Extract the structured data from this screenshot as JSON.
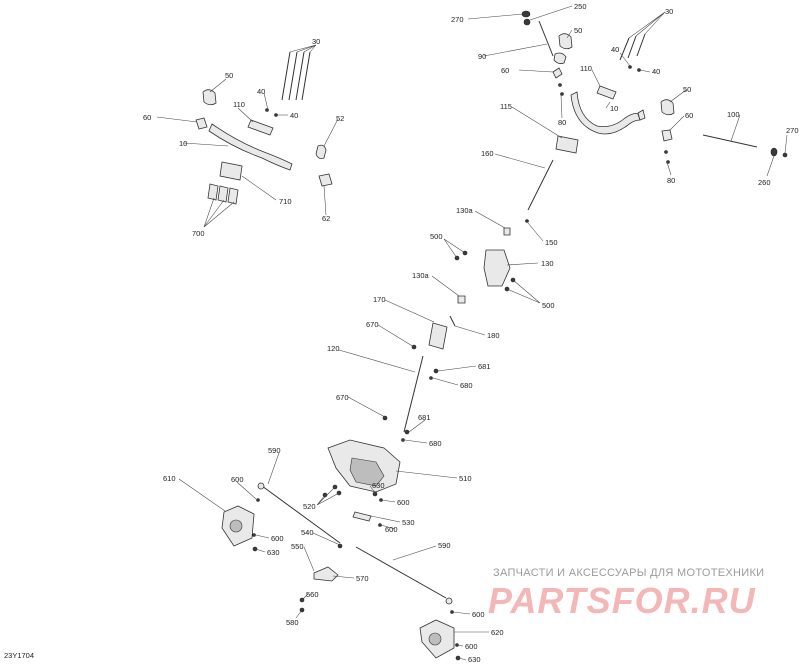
{
  "diagram_code": "23Y1704",
  "watermark": {
    "caption": "ЗАПЧАСТИ И АКСЕССУАРЫ ДЛЯ МОТОТЕХНИКИ",
    "logo": "PARTSFOR.RU"
  },
  "labels": {
    "l270a": "270",
    "l250": "250",
    "l50a": "50",
    "l90": "90",
    "l30a": "30",
    "l40a": "40",
    "l40b": "40",
    "l60a": "60",
    "l110a": "110",
    "l80a": "80",
    "l10a": "10",
    "l50b": "50",
    "l60b": "60",
    "l100": "100",
    "l270b": "270",
    "l80b": "80",
    "l260": "260",
    "l115": "115",
    "l30b": "30",
    "l50c": "50",
    "l40c": "40",
    "l40d": "40",
    "l110b": "110",
    "l60c": "60",
    "l52": "52",
    "l10b": "10",
    "l710": "710",
    "l62": "62",
    "l700": "700",
    "l160": "160",
    "l130a1": "130a",
    "l150": "150",
    "l500a": "500",
    "l130": "130",
    "l130a2": "130a",
    "l500b": "500",
    "l170": "170",
    "l180": "180",
    "l670a": "670",
    "l120": "120",
    "l681a": "681",
    "l680a": "680",
    "l670b": "670",
    "l681b": "681",
    "l680b": "680",
    "l590a": "590",
    "l510": "510",
    "l610": "610",
    "l600a": "600",
    "l630a": "630",
    "l520": "520",
    "l600b": "600",
    "l530": "530",
    "l600c": "600",
    "l540": "540",
    "l600d": "600",
    "l630b": "630",
    "l550": "550",
    "l590b": "590",
    "l570": "570",
    "l560": "560",
    "l580": "580",
    "l600e": "600",
    "l620": "620",
    "l600f": "600",
    "l630c": "630"
  }
}
